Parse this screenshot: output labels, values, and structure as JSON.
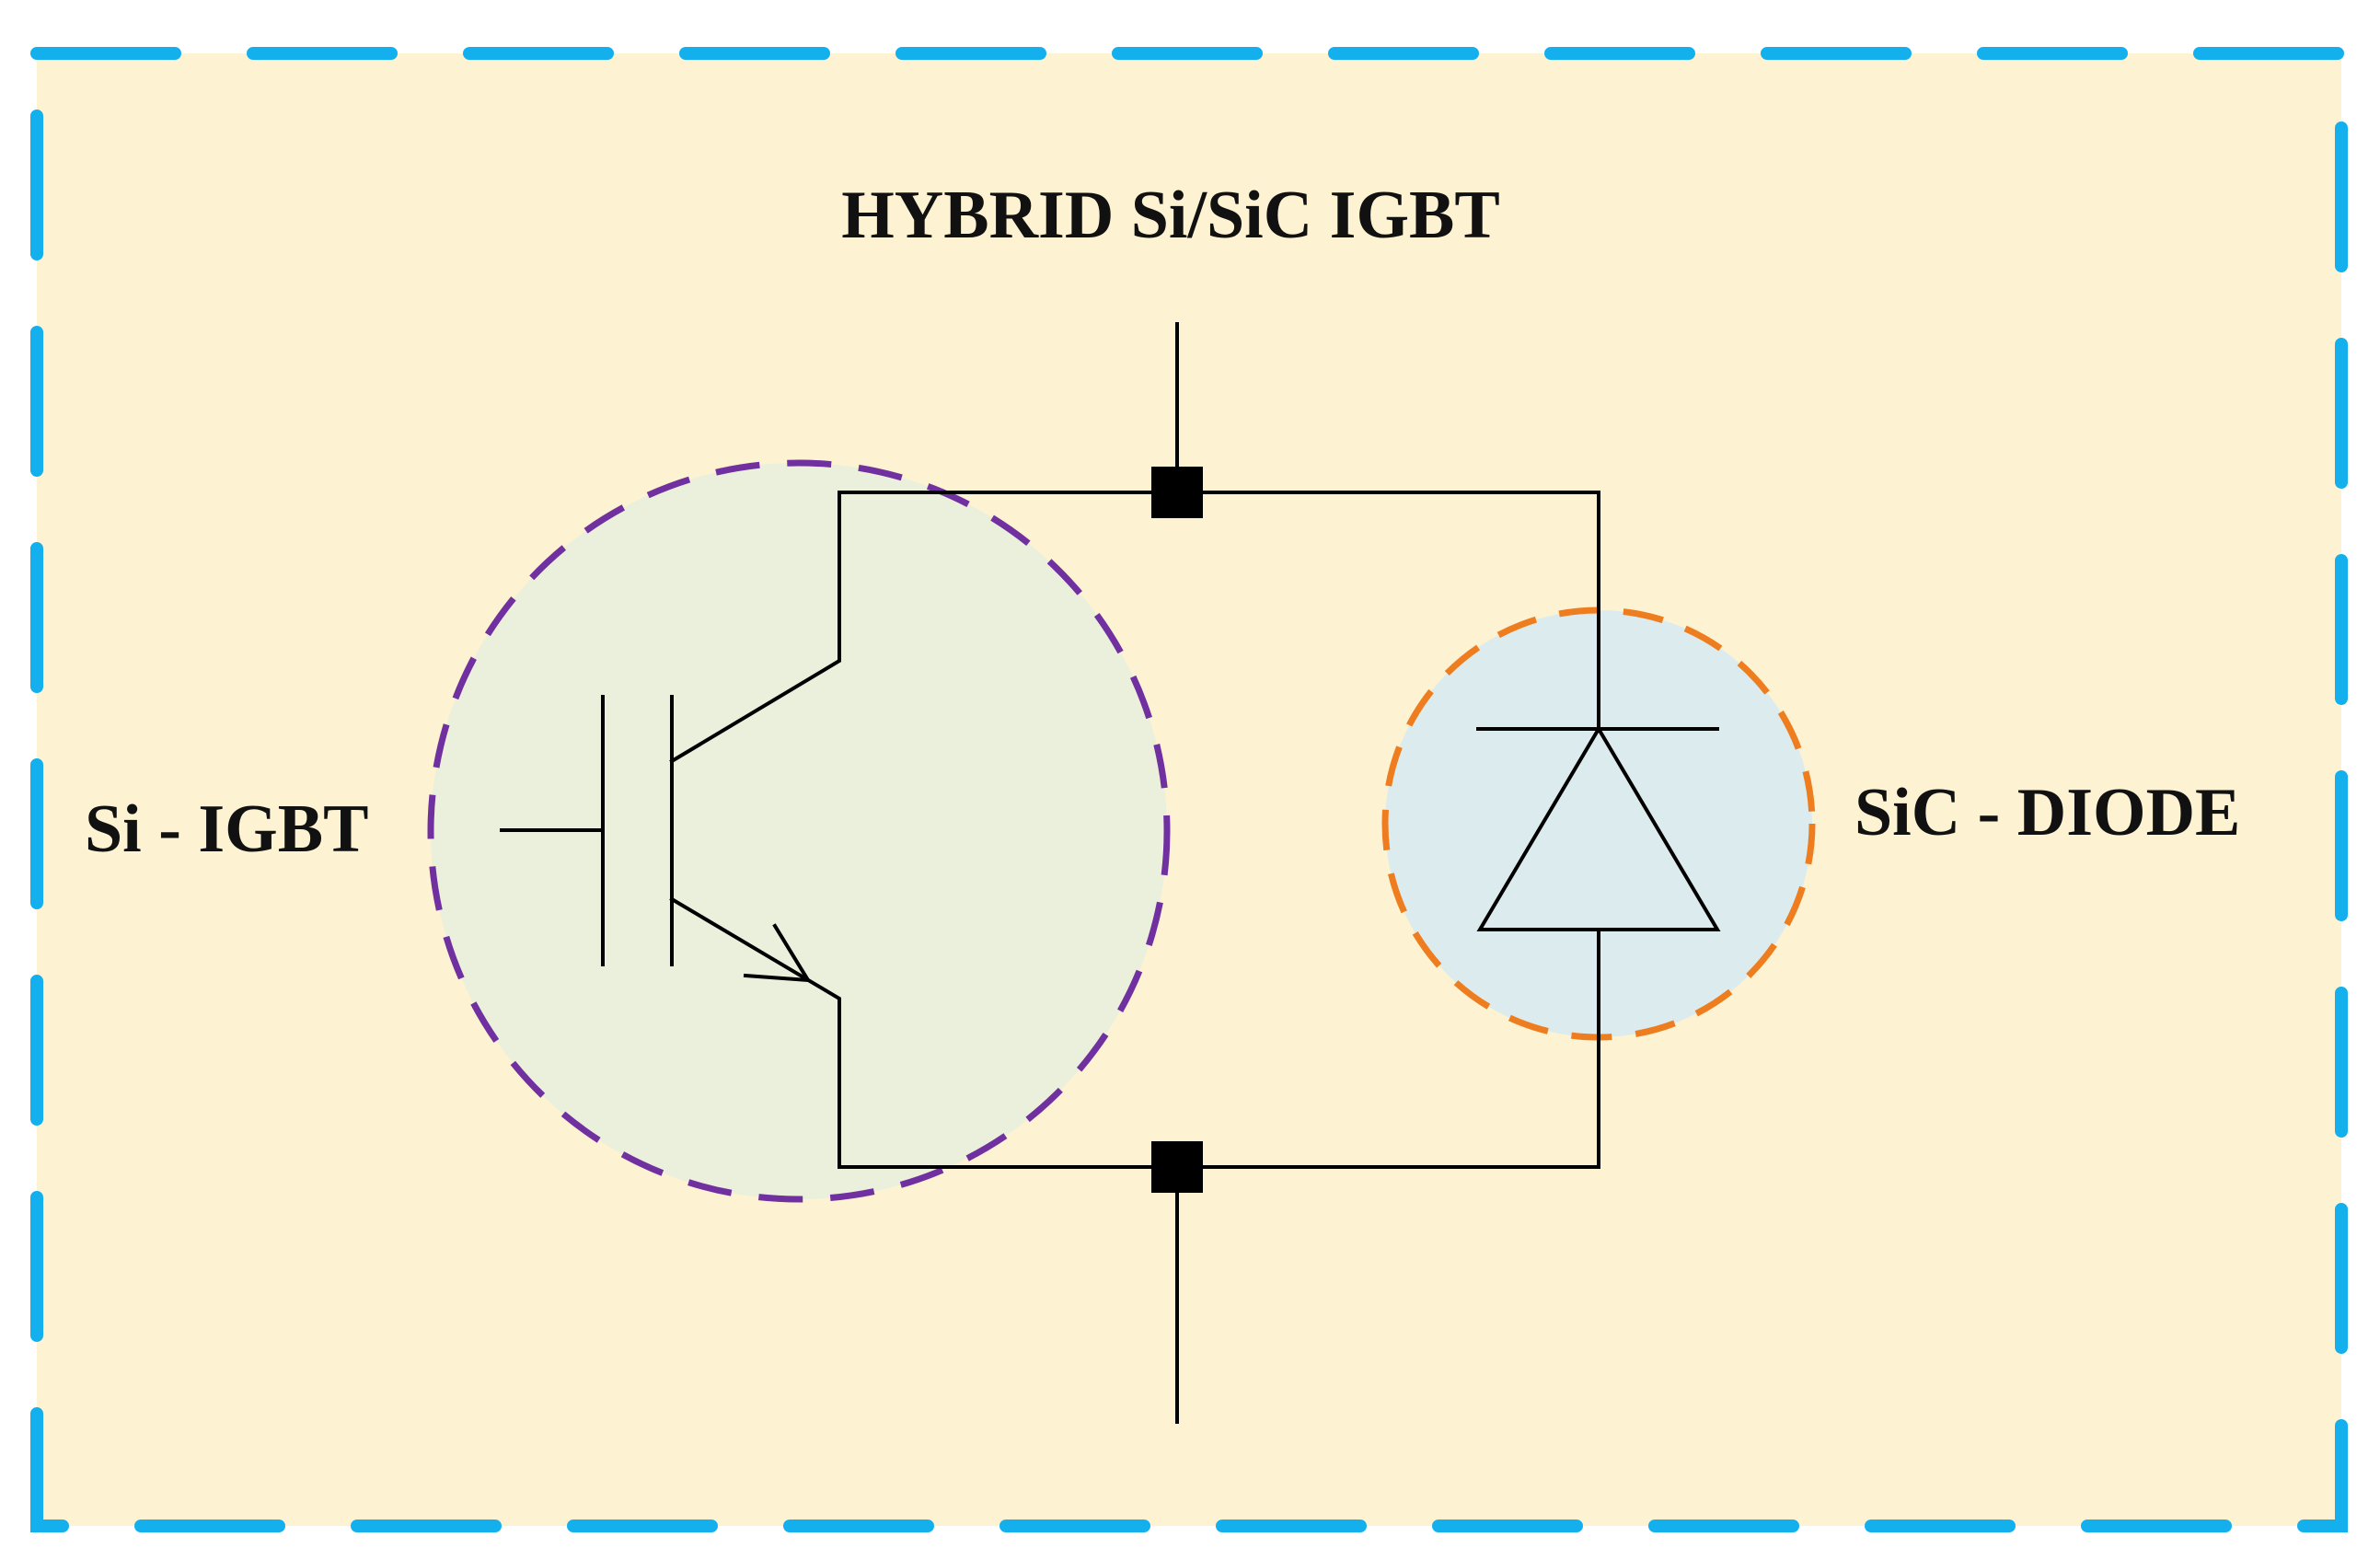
{
  "title": "HYBRID Si/SiC IGBT",
  "igbt_label": "Si - IGBT",
  "diode_label": "SiC - DIODE",
  "colors": {
    "background": "#fdf2d2",
    "outer_border": "#14b0ee",
    "igbt_fill": "#eaf0dc",
    "igbt_border": "#7030a0",
    "diode_fill": "#dcecee",
    "diode_border": "#ee7d1f",
    "wire": "#000000"
  }
}
